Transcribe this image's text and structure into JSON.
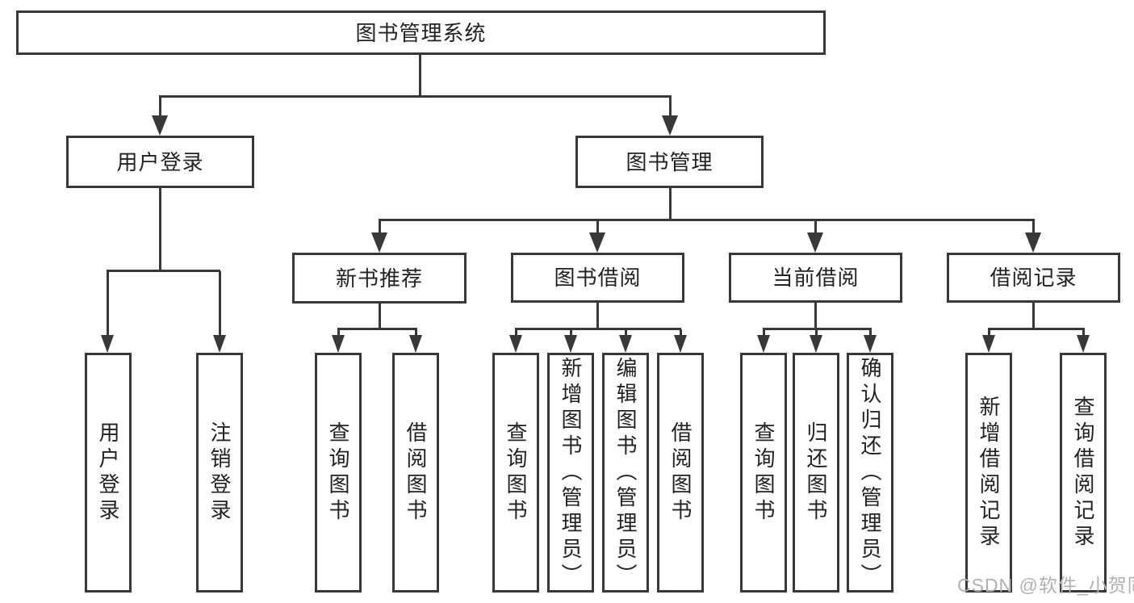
{
  "nodes": {
    "root": "图书管理系统",
    "level2": [
      "用户登录",
      "图书管理"
    ],
    "level3": [
      "新书推荐",
      "图书借阅",
      "当前借阅",
      "借阅记录"
    ],
    "leaves": {
      "login": [
        "用户登录",
        "注销登录"
      ],
      "recommend": [
        "查询图书",
        "借阅图书"
      ],
      "borrow": [
        "查询图书",
        "新增图书（管理员）",
        "编辑图书（管理员）",
        "借阅图书"
      ],
      "current": [
        "查询图书",
        "归还图书",
        "确认归还（管理员）"
      ],
      "records": [
        "新增借阅记录",
        "查询借阅记录"
      ]
    }
  },
  "watermark": "CSDN @软件_小贺同学",
  "colors": {
    "line": "#383838",
    "text": "#222222",
    "watermark_color": "#b3b0ae",
    "background": "#ffffff"
  }
}
